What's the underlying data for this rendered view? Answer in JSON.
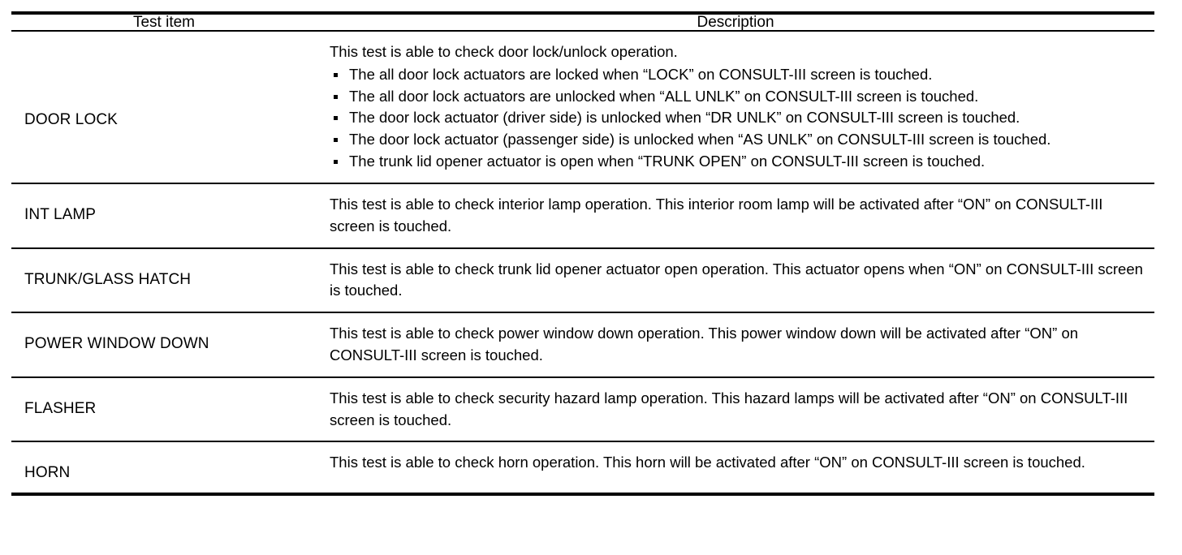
{
  "table": {
    "headers": {
      "test_item": "Test item",
      "description": "Description"
    },
    "rows": [
      {
        "test_item": "DOOR LOCK",
        "intro": "This test is able to check door lock/unlock operation.",
        "bullets": [
          "The all door lock actuators are locked when “LOCK” on CONSULT-III screen is touched.",
          "The all door lock actuators are unlocked when “ALL UNLK” on CONSULT-III screen is touched.",
          "The door lock actuator (driver side) is unlocked when “DR UNLK” on CONSULT-III screen is touched.",
          "The door lock actuator (passenger side) is unlocked when “AS UNLK” on CONSULT-III screen is touched.",
          "The trunk lid opener actuator is open when “TRUNK OPEN” on CONSULT-III screen is touched."
        ]
      },
      {
        "test_item": "INT LAMP",
        "description": "This test is able to check interior lamp operation. This interior room lamp will be activated after “ON” on CONSULT-III screen is touched."
      },
      {
        "test_item": "TRUNK/GLASS HATCH",
        "description": "This test is able to check trunk lid opener actuator open operation. This actuator opens when “ON” on CONSULT-III screen is touched."
      },
      {
        "test_item": "POWER WINDOW DOWN",
        "description": "This test is able to check power window down operation. This power window down will be activated after “ON” on CONSULT-III screen is touched."
      },
      {
        "test_item": "FLASHER",
        "description": "This test is able to check security hazard lamp operation. This hazard lamps will be activated after “ON” on CONSULT-III screen is touched."
      },
      {
        "test_item": "HORN",
        "description": "This test is able to check horn operation. This horn will be activated after “ON” on CONSULT-III screen is touched."
      }
    ]
  },
  "colors": {
    "text": "#000000",
    "rule": "#000000",
    "background": "#ffffff"
  }
}
